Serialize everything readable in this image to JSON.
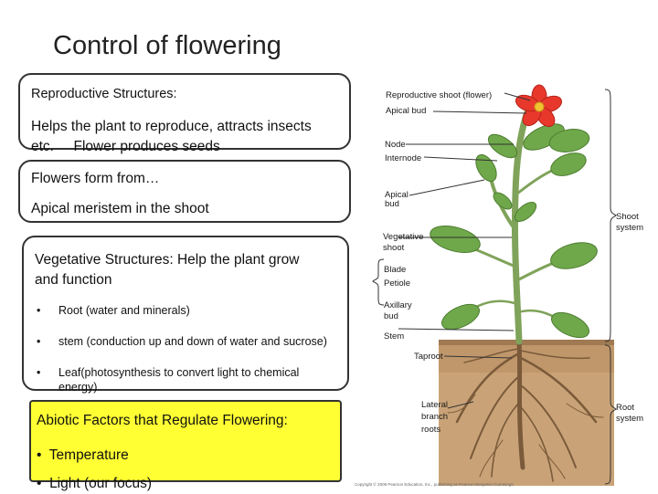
{
  "title": "Control of flowering",
  "callouts": {
    "reproductive": {
      "heading": "Reproductive Structures:",
      "body_line1": "Helps the plant to reproduce, attracts insects",
      "body_line2": "etc.     Flower produces seeds"
    },
    "flowers": {
      "line1": "Flowers form from…",
      "line2": "Apical meristem in the shoot"
    },
    "vegetative": {
      "heading_line1": "Vegetative Structures: Help the plant grow",
      "heading_line2": "and function",
      "bullet_char": "•",
      "bullets": [
        "Root (water and minerals)",
        "stem (conduction up and down of water and sucrose)",
        "Leaf(photosynthesis to convert light to chemical energy)"
      ]
    },
    "abiotic": {
      "heading": "Abiotic Factors that Regulate Flowering:",
      "bullet_char": "•",
      "items": [
        "Temperature",
        "Light (our focus)"
      ]
    }
  },
  "diagram_labels": {
    "reproductive_shoot": "Reproductive  shoot (flower)",
    "apical_bud_top": "Apical bud",
    "node": "Node",
    "internode": "Internode",
    "apical_bud_side_1": "Apical",
    "apical_bud_side_2": "bud",
    "vegetative_shoot_1": "Vegetative",
    "vegetative_shoot_2": "shoot",
    "blade": "Blade",
    "petiole": "Petiole",
    "axillary_bud_1": "Axillary",
    "axillary_bud_2": "bud",
    "stem": "Stem",
    "taproot": "Taproot",
    "lateral_1": "Lateral",
    "lateral_2": "branch",
    "lateral_3": "roots",
    "shoot_system_1": "Shoot",
    "shoot_system_2": "system",
    "root_system_1": "Root",
    "root_system_2": "system",
    "credit": "Copyright © 2008 Pearson Education, Inc., publishing as Pearson Benjamin Cummings."
  },
  "colors": {
    "abiotic_box": "#ffff33",
    "flower": "#e8382c",
    "leaf": "#6fa84a",
    "stem": "#7fa35a",
    "soil": "#c79a6e",
    "root": "#8a6a4a"
  }
}
